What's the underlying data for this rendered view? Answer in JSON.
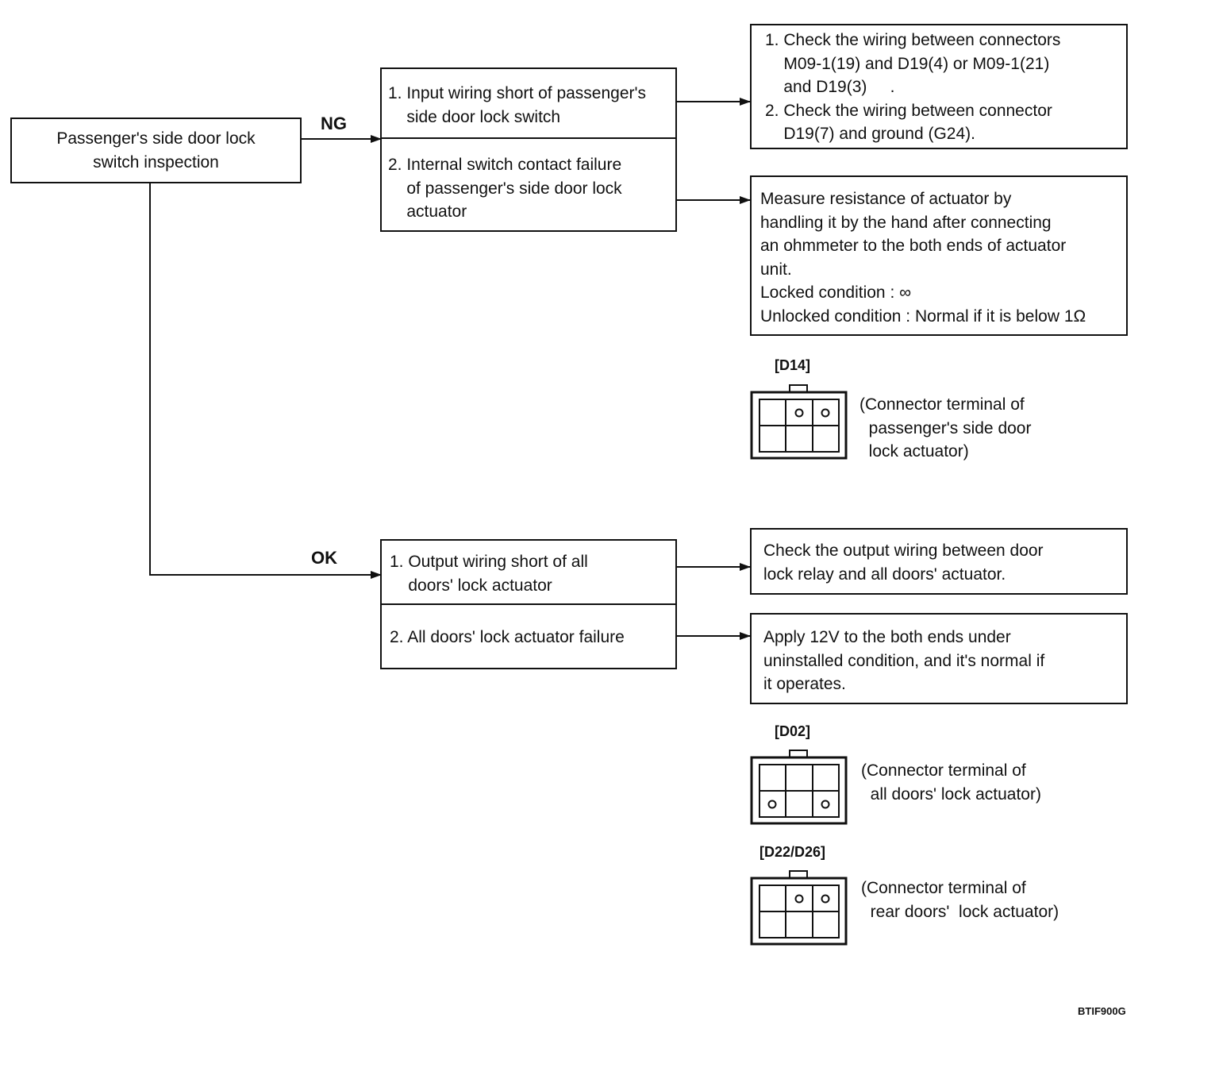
{
  "start": {
    "text": "Passenger's side door lock\nswitch inspection"
  },
  "branch": {
    "ng": "NG",
    "ok": "OK"
  },
  "ng_causes": [
    {
      "text": "1. Input wiring short of passenger's\n    side door lock switch"
    },
    {
      "text": "2. Internal switch contact failure\n    of passenger's side door lock\n    actuator"
    }
  ],
  "ng_actions": [
    {
      "text": "1. Check the wiring between connectors\n    M09-1(19) and D19(4) or M09-1(21)\n    and D19(3)     .\n2. Check the wiring between connector\n    D19(7) and ground (G24)."
    },
    {
      "text": "Measure resistance of actuator by\nhandling it by the hand after connecting\nan ohmmeter to the both ends of actuator\nunit.\nLocked condition : ∞\nUnlocked condition : Normal if it is below 1Ω"
    }
  ],
  "ok_causes": [
    {
      "text": "1. Output wiring short of all\n    doors' lock actuator"
    },
    {
      "text": "2. All doors' lock actuator failure"
    }
  ],
  "ok_actions": [
    {
      "text": "Check the output wiring between door\nlock relay and all doors' actuator."
    },
    {
      "text": "Apply 12V to the both ends under\nuninstalled condition, and it's normal if\nit operates."
    }
  ],
  "connectors": [
    {
      "id": "[D14]",
      "caption": "(Connector terminal of\n  passenger's side door\n  lock actuator)"
    },
    {
      "id": "[D02]",
      "caption": "(Connector terminal of\n  all doors' lock actuator)"
    },
    {
      "id": "[D22/D26]",
      "caption": "(Connector terminal of\n  rear doors'  lock actuator)"
    }
  ],
  "figure_code": "BTIF900G"
}
